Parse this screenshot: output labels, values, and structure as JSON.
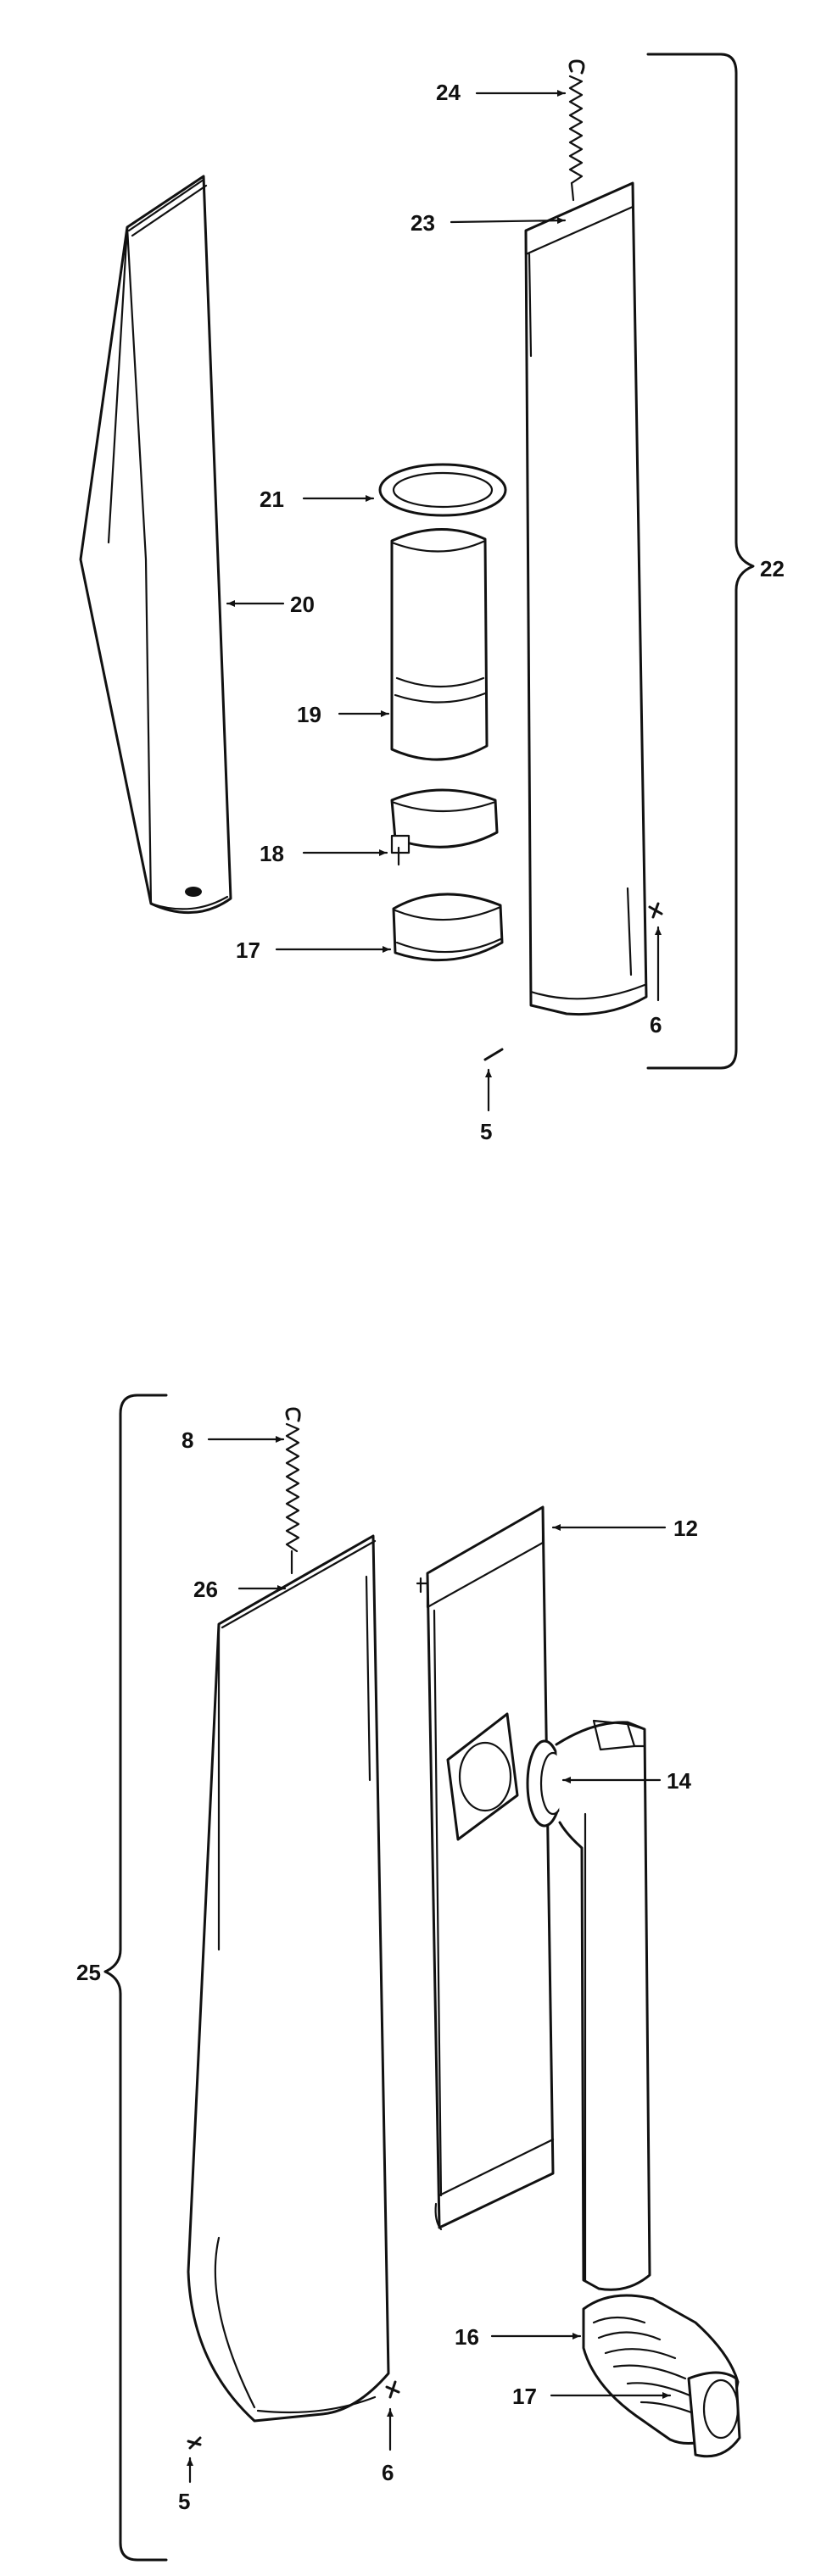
{
  "diagram": {
    "top": {
      "labels": {
        "p24": "24",
        "p23": "23",
        "p22": "22",
        "p21": "21",
        "p20": "20",
        "p19": "19",
        "p18": "18",
        "p17": "17",
        "p6": "6",
        "p5": "5"
      }
    },
    "bottom": {
      "labels": {
        "p8": "8",
        "p26": "26",
        "p12": "12",
        "p14": "14",
        "p25": "25",
        "p16": "16",
        "p17": "17",
        "p6": "6",
        "p5": "5"
      }
    }
  }
}
